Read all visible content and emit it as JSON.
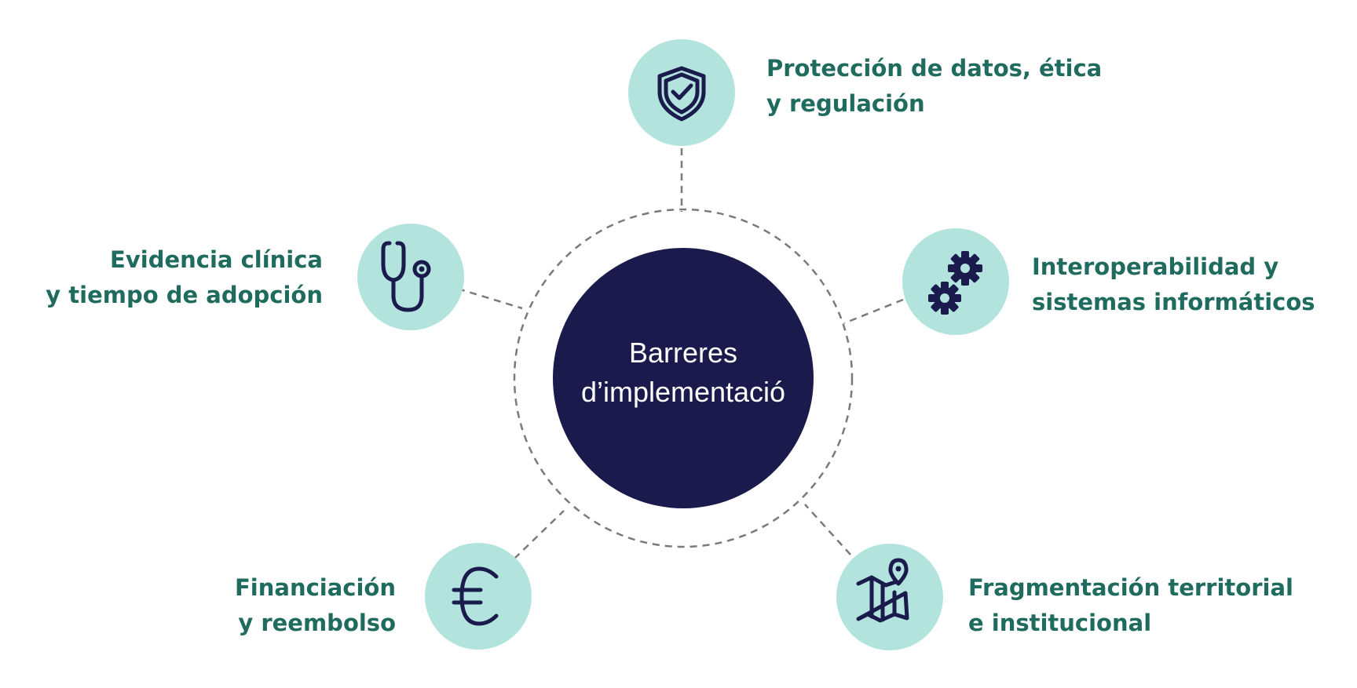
{
  "center": {
    "line1": "Barreres",
    "line2": "d’implementació"
  },
  "colors": {
    "hub": "#1b1a4d",
    "node": "#b2e4dd",
    "label": "#1f6b5e",
    "connector": "#7a7a7a"
  },
  "barriers": [
    {
      "icon": "shield-check-icon",
      "lines": [
        "Protección de datos, ética",
        "y regulación"
      ]
    },
    {
      "icon": "gears-icon",
      "lines": [
        "Interoperabilidad y",
        "sistemas informáticos"
      ]
    },
    {
      "icon": "map-pin-icon",
      "lines": [
        "Fragmentación territorial",
        "e institucional"
      ]
    },
    {
      "icon": "euro-icon",
      "lines": [
        "Financiación",
        "y reembolso"
      ]
    },
    {
      "icon": "stethoscope-icon",
      "lines": [
        "Evidencia clínica",
        "y tiempo de adopción"
      ]
    }
  ]
}
